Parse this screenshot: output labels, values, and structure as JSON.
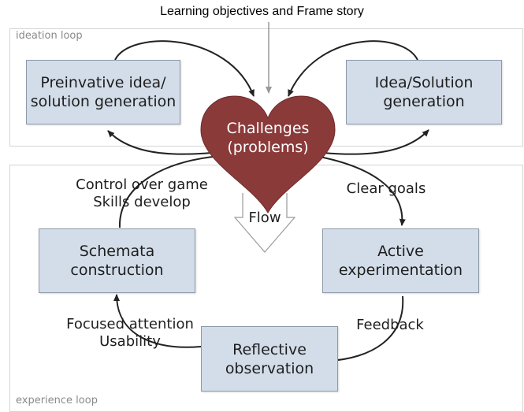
{
  "title": "Learning objectives and Frame story",
  "loops": {
    "ideation": "ideation loop",
    "experience": "experience loop"
  },
  "boxes": {
    "preinvative": "Preinvative idea/\nsolution generation",
    "idea_solution": "Idea/Solution\ngeneration",
    "schemata": "Schemata\nconstruction",
    "active": "Active\nexperimentation",
    "reflective": "Reflective\nobservation"
  },
  "heart": {
    "label": "Challenges\n(problems)",
    "color": "#8b3a3a"
  },
  "flow_label": "Flow",
  "edge_labels": {
    "control": "Control over game\nSkills develop",
    "clear_goals": "Clear goals",
    "feedback": "Feedback",
    "focused": "Focused attention\nUsability"
  },
  "colors": {
    "box_fill": "#d3dde9",
    "box_border": "#8d9aa8",
    "arrow": "#222222"
  }
}
